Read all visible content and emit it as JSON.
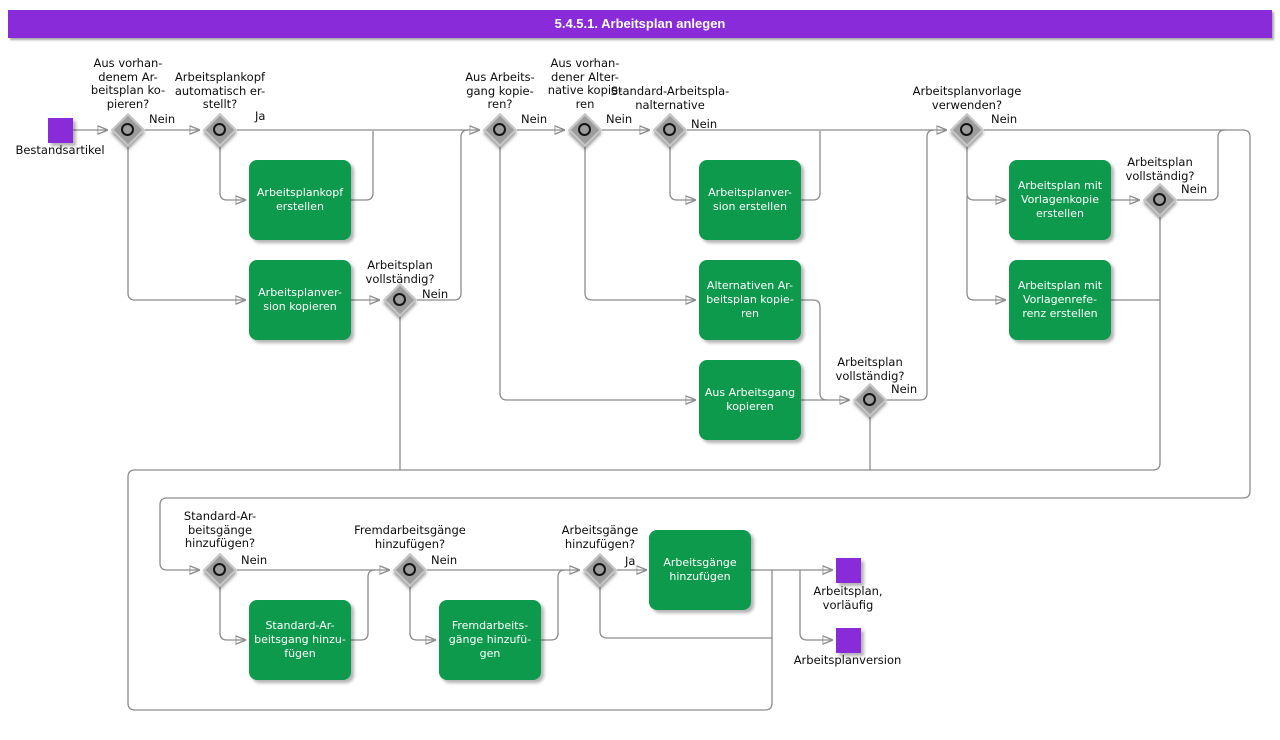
{
  "title": "5.4.5.1. Arbeitsplan anlegen",
  "colors": {
    "accent_purple": "#8a2bd9",
    "task_green": "#0e9a4d",
    "gateway_gray": "#9c9c9c",
    "connector_gray": "#8c8c8c"
  },
  "events": {
    "start": {
      "label": "Bestandsartikel"
    },
    "end_preliminary": {
      "label": "Arbeitsplan,\nvorläufig"
    },
    "end_version": {
      "label": "Arbeitsplanversion"
    }
  },
  "gateways": {
    "copy_from_existing_plan": {
      "question": "Aus vorhan-\ndenem Ar-\nbeitsplan ko-\npieren?",
      "branch_label": "Nein"
    },
    "header_auto_created": {
      "question": "Arbeitsplankopf\nautomatisch er-\nstellt?",
      "branch_label": "Ja"
    },
    "plan_complete_left": {
      "question": "Arbeitsplan\nvollständig?",
      "branch_label": "Nein"
    },
    "copy_from_operation": {
      "question": "Aus Arbeits-\ngang kopie-\nren?",
      "branch_label": "Nein"
    },
    "copy_from_alternative": {
      "question": "Aus vorhan-\ndener Alter-\nnative kopie-\nren",
      "branch_label": "Nein"
    },
    "standard_plan_alternative": {
      "question": "Standard-Arbeitspla-\nnalternative",
      "branch_label": "Nein"
    },
    "plan_complete_mid": {
      "question": "Arbeitsplan\nvollständig?",
      "branch_label": "Nein"
    },
    "use_plan_template": {
      "question": "Arbeitsplanvorlage\nverwenden?",
      "branch_label": "Nein"
    },
    "plan_complete_right": {
      "question": "Arbeitsplan\nvollständig?",
      "branch_label": "Nein"
    },
    "add_standard_operations": {
      "question": "Standard-Ar-\nbeitsgänge\nhinzufügen?",
      "branch_label": "Nein"
    },
    "add_external_operations": {
      "question": "Fremdarbeitsgänge\nhinzufügen?",
      "branch_label": "Nein"
    },
    "add_operations": {
      "question": "Arbeitsgänge\nhinzufügen?",
      "branch_label": "Ja"
    }
  },
  "tasks": {
    "create_plan_header": {
      "label": "Arbeitsplankopf\nerstellen"
    },
    "copy_plan_version": {
      "label": "Arbeitsplanver-\nsion kopieren"
    },
    "create_plan_version": {
      "label": "Arbeitsplanver-\nsion erstellen"
    },
    "copy_alternative_plan": {
      "label": "Alternativen Ar-\nbeitsplan kopie-\nren"
    },
    "copy_from_operation": {
      "label": "Aus Arbeitsgang\nkopieren"
    },
    "create_plan_template_copy": {
      "label": "Arbeitsplan mit\nVorlagenkopie\nerstellen"
    },
    "create_plan_template_ref": {
      "label": "Arbeitsplan mit\nVorlagenrefe-\nrenz erstellen"
    },
    "add_standard_operation": {
      "label": "Standard-Ar-\nbeitsgang hinzu-\nfügen"
    },
    "add_external_operations": {
      "label": "Fremdarbeits-\ngänge hinzufü-\ngen"
    },
    "add_operations": {
      "label": "Arbeitsgänge\nhinzufügen"
    }
  }
}
